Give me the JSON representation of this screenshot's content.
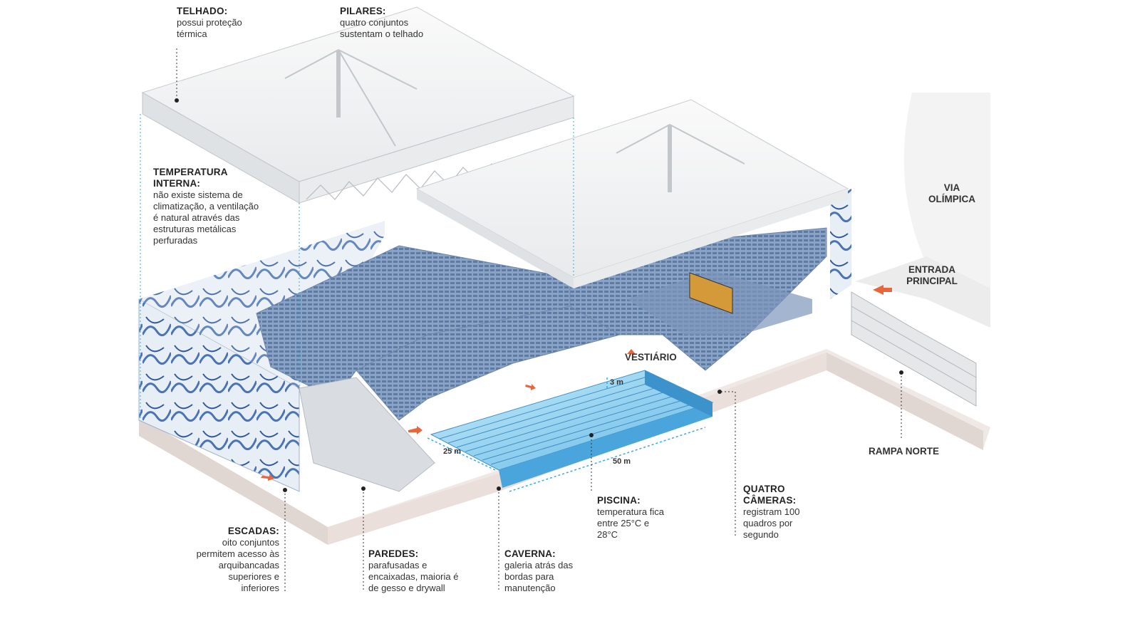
{
  "callouts": {
    "telhado": {
      "title": "TELHADO:",
      "lines": [
        "possui proteção",
        "térmica"
      ]
    },
    "pilares": {
      "title": "PILARES:",
      "lines": [
        "quatro conjuntos",
        "sustentam o telhado"
      ]
    },
    "temperatura": {
      "title_lines": [
        "TEMPERATURA",
        "INTERNA:"
      ],
      "lines": [
        "não existe sistema de",
        "climatização, a ventilação",
        "é natural através das",
        "estruturas metálicas",
        "perfuradas"
      ]
    },
    "escadas": {
      "title": "ESCADAS:",
      "lines": [
        "oito conjuntos",
        "permitem acesso às",
        "arquibancadas",
        "superiores e",
        "inferiores"
      ]
    },
    "paredes": {
      "title": "PAREDES:",
      "lines": [
        "parafusadas e",
        "encaixadas, maioria é",
        "de gesso e drywall"
      ]
    },
    "caverna": {
      "title": "CAVERNA:",
      "lines": [
        "galeria atrás das",
        "bordas para",
        "manutenção"
      ]
    },
    "piscina": {
      "title": "PISCINA:",
      "lines": [
        "temperatura fica",
        "entre 25°C e",
        "28°C"
      ]
    },
    "cameras": {
      "title_lines": [
        "QUATRO",
        "CÂMERAS:"
      ],
      "lines": [
        "registram 100",
        "quadros por",
        "segundo"
      ]
    }
  },
  "places": {
    "vestiario": "VESTIÁRIO",
    "via_olimpica": [
      "VIA",
      "OLÍMPICA"
    ],
    "entrada_principal": [
      "ENTRADA",
      "PRINCIPAL"
    ],
    "rampa_norte": "RAMPA NORTE"
  },
  "dimensions": {
    "depth": "3 m",
    "width": "25 m",
    "length": "50 m"
  },
  "colors": {
    "seat_blue": "#6a86ad",
    "pool_blue": "#7ec8ec",
    "roof_white": "#f4f5f6",
    "accent_red": "#e8663b",
    "dim_line": "#39a9e0"
  }
}
